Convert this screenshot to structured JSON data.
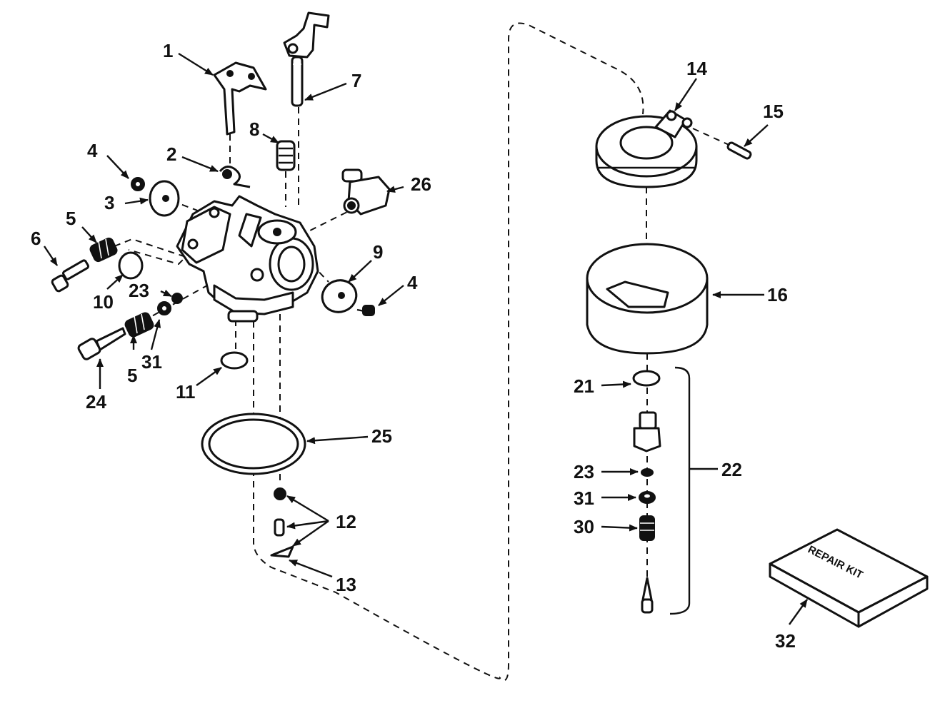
{
  "diagram": {
    "kit_label": "REPAIR KIT",
    "callouts": [
      {
        "id": "c1",
        "label": "1"
      },
      {
        "id": "c2",
        "label": "2"
      },
      {
        "id": "c3",
        "label": "3"
      },
      {
        "id": "c4a",
        "label": "4"
      },
      {
        "id": "c4b",
        "label": "4"
      },
      {
        "id": "c5a",
        "label": "5"
      },
      {
        "id": "c5b",
        "label": "5"
      },
      {
        "id": "c6",
        "label": "6"
      },
      {
        "id": "c7",
        "label": "7"
      },
      {
        "id": "c8",
        "label": "8"
      },
      {
        "id": "c9",
        "label": "9"
      },
      {
        "id": "c10",
        "label": "10"
      },
      {
        "id": "c11",
        "label": "11"
      },
      {
        "id": "c12",
        "label": "12"
      },
      {
        "id": "c13",
        "label": "13"
      },
      {
        "id": "c14",
        "label": "14"
      },
      {
        "id": "c15",
        "label": "15"
      },
      {
        "id": "c16",
        "label": "16"
      },
      {
        "id": "c21",
        "label": "21"
      },
      {
        "id": "c22",
        "label": "22"
      },
      {
        "id": "c23a",
        "label": "23"
      },
      {
        "id": "c23b",
        "label": "23"
      },
      {
        "id": "c24",
        "label": "24"
      },
      {
        "id": "c25",
        "label": "25"
      },
      {
        "id": "c26",
        "label": "26"
      },
      {
        "id": "c30",
        "label": "30"
      },
      {
        "id": "c31a",
        "label": "31"
      },
      {
        "id": "c31b",
        "label": "31"
      },
      {
        "id": "c32",
        "label": "32"
      }
    ]
  }
}
